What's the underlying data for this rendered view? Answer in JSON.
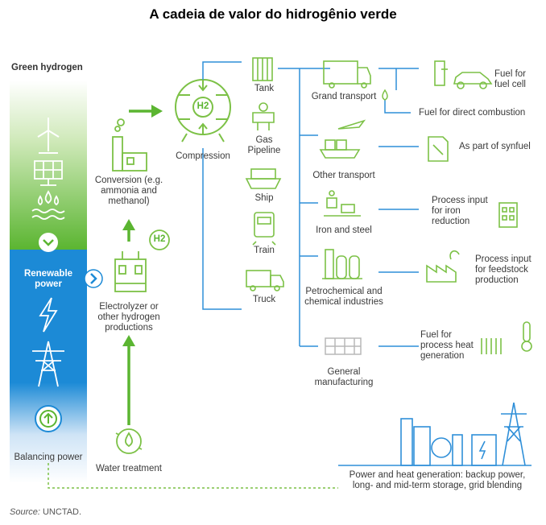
{
  "title": "A cadeia de valor do hidrogênio verde",
  "sidebar": {
    "green_label": "Green hydrogen",
    "renewable_label": "Renewable power",
    "balancing_label": "Balancing power"
  },
  "production": {
    "conversion": "Conversion (e.g. ammonia and methanol)",
    "electrolyzer": "Electrolyzer or other hydrogen productions",
    "water": "Water treatment",
    "h2_badge": "H2"
  },
  "compression": {
    "label": "Compression",
    "tank_text": "H2"
  },
  "transport_modes": [
    "Tank",
    "Gas Pipeline",
    "Ship",
    "Train",
    "Truck"
  ],
  "sectors": [
    "Grand transport",
    "Other transport",
    "Iron and steel",
    "Petrochemical and chemical industries",
    "General manufacturing"
  ],
  "uses": [
    "Fuel for fuel cell",
    "Fuel for direct combustion",
    "As part of synfuel",
    "Process input for iron reduction",
    "Process input for feedstock production",
    "Fuel for process heat generation"
  ],
  "power_heat": "Power and heat generation: backup power, long- and mid-term storage, grid blending",
  "source": {
    "prefix": "Source:",
    "text": "UNCTAD."
  },
  "colors": {
    "green": "#5bb531",
    "blue": "#1c8ad6",
    "line": "#2f8fd8",
    "icon": "#7cc146",
    "grey": "#b8b8b8"
  }
}
